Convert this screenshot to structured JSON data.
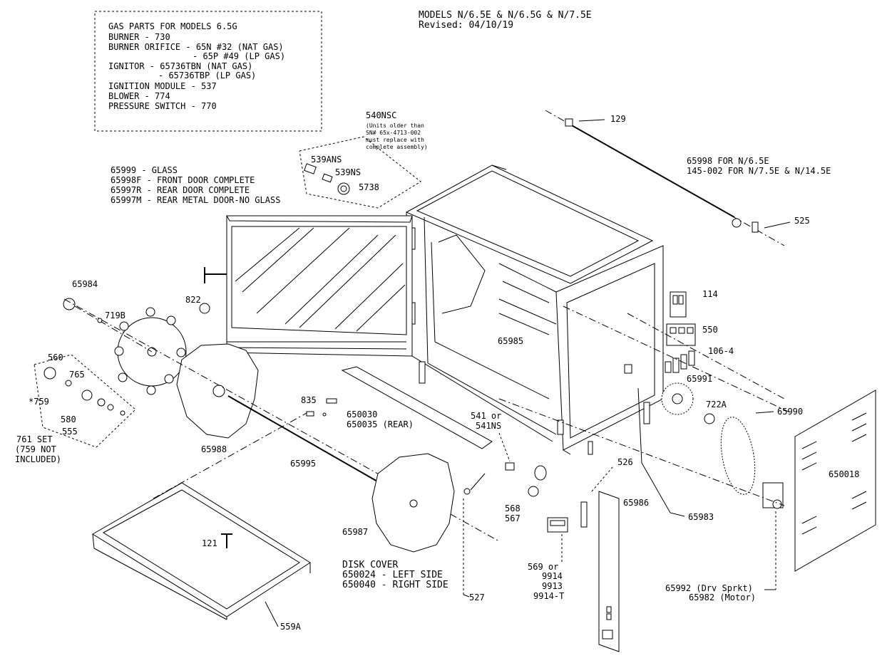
{
  "header": {
    "models": "MODELS N/6.5E & N/6.5G & N/7.5E",
    "revised": "Revised: 04/10/19"
  },
  "gas_box": {
    "lines": [
      "GAS PARTS FOR MODELS 6.5G",
      "BURNER - 730",
      "BURNER ORIFICE - 65N #32 (NAT GAS)",
      "- 65P #49 (LP GAS)",
      "IGNITOR - 65736TBN (NAT GAS)",
      "- 65736TBP (LP GAS)",
      "IGNITION MODULE - 537",
      "BLOWER - 774",
      "PRESSURE SWITCH - 770"
    ]
  },
  "door_list": {
    "lines": [
      "65999 -  GLASS",
      "65998F - FRONT DOOR COMPLETE",
      "65997R - REAR DOOR COMPLETE",
      "65997M - REAR METAL DOOR-NO GLASS"
    ]
  },
  "note_540": {
    "title": "540NSC",
    "lines": [
      "(Units older than",
      "SN# 65x-4713-002",
      "must replace with",
      "complete assembly)"
    ]
  },
  "rod_note": {
    "lines": [
      "65998 FOR N/6.5E",
      "145-002 FOR N/7.5E & N/14.5E"
    ]
  },
  "set_note": {
    "lines": [
      "761 SET",
      "(759 NOT",
      "INCLUDED)"
    ]
  },
  "disk_cover": {
    "lines": [
      "DISK COVER",
      "650024 - LEFT SIDE",
      "650040 - RIGHT SIDE"
    ]
  },
  "drive_note": {
    "lines": [
      "65992 (Drv Sprkt)",
      "65982 (Motor)"
    ]
  },
  "timer_note": {
    "lines": [
      "569 or",
      "9914",
      "9913",
      "9914-T"
    ]
  },
  "labels": {
    "p129": "129",
    "p525": "525",
    "p539ans": "539ANS",
    "p539ns": "539NS",
    "p5738": "5738",
    "p65984": "65984",
    "p822": "822",
    "p719b": "719B",
    "p560": "560",
    "p765": "765",
    "p759": "*759",
    "p580": "580",
    "p555": "555",
    "p65988": "65988",
    "p835": "835",
    "p650030": "650030",
    "p650035": "650035 (REAR)",
    "p65985": "65985",
    "p541": "541 or",
    "p541ns": "541NS",
    "p114": "114",
    "p550": "550",
    "p1064": "106-4",
    "p65991": "65991",
    "p722a": "722A",
    "p65990": "65990",
    "p650018": "650018",
    "p65995": "65995",
    "p526": "526",
    "p65986": "65986",
    "p65983": "65983",
    "p568": "568",
    "p567": "567",
    "p65987": "65987",
    "p527": "527",
    "p121": "121",
    "p559a": "559A"
  }
}
